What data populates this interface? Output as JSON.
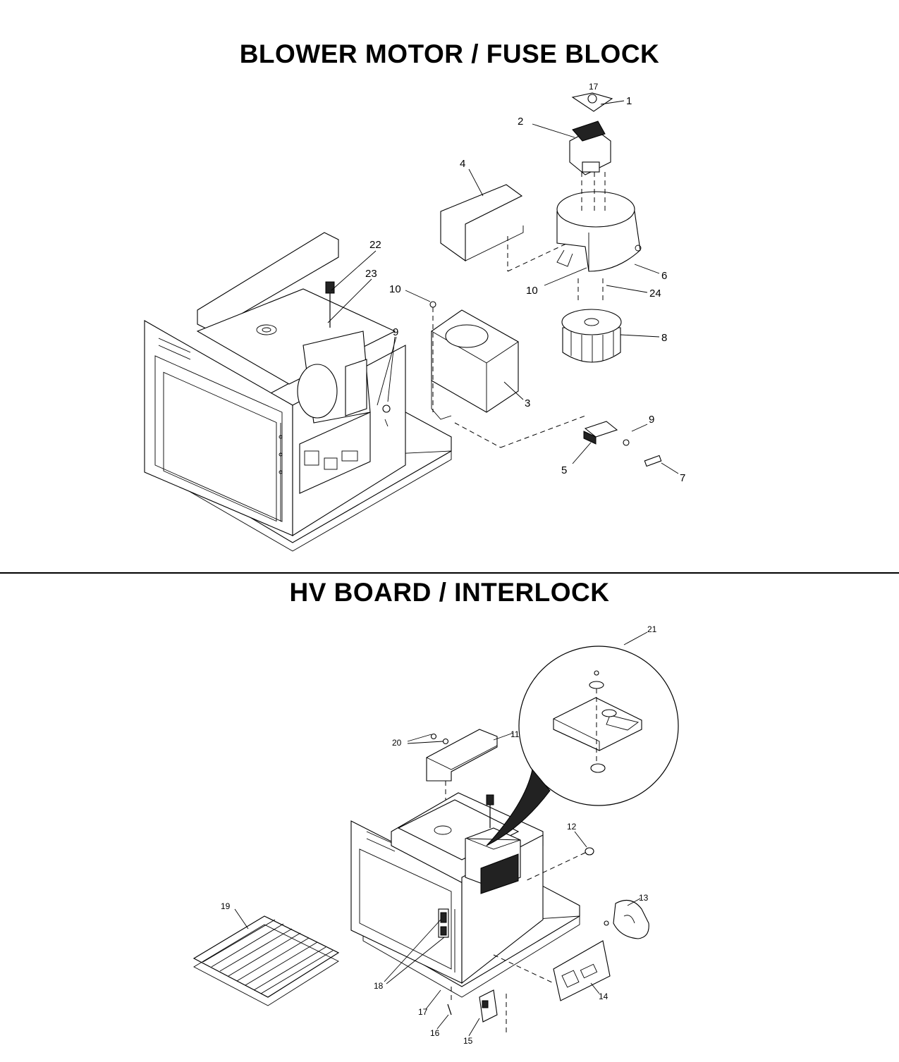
{
  "sections": [
    {
      "title": "BLOWER MOTOR / FUSE BLOCK"
    },
    {
      "title": "HV BOARD / INTERLOCK"
    }
  ],
  "callouts_top": {
    "c1": "1",
    "c2": "2",
    "c3": "3",
    "c4": "4",
    "c5": "5",
    "c6": "6",
    "c7": "7",
    "c8": "8",
    "c9a": "9",
    "c9b": "9",
    "c10a": "10",
    "c10b": "10",
    "c17": "17",
    "c22": "22",
    "c23": "23",
    "c24": "24"
  },
  "callouts_bottom": {
    "c11": "11",
    "c12": "12",
    "c13": "13",
    "c14": "14",
    "c15": "15",
    "c16": "16",
    "c17": "17",
    "c18": "18",
    "c19": "19",
    "c20": "20",
    "c21": "21"
  }
}
